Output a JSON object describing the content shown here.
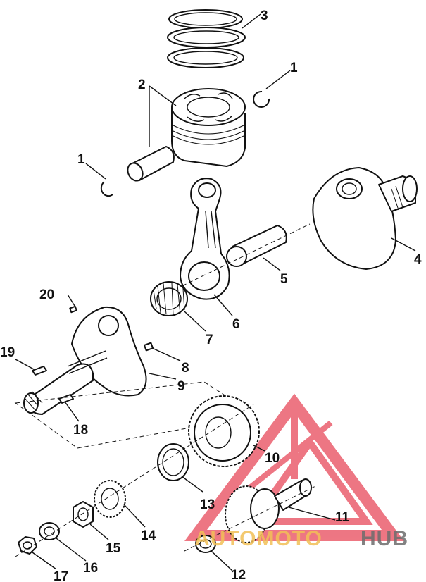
{
  "callouts": {
    "c1a": "1",
    "c1b": "1",
    "c2": "2",
    "c3": "3",
    "c4": "4",
    "c5": "5",
    "c6": "6",
    "c7": "7",
    "c8": "8",
    "c9": "9",
    "c10": "10",
    "c11": "11",
    "c12": "12",
    "c13": "13",
    "c14": "14",
    "c15": "15",
    "c16": "16",
    "c17": "17",
    "c18": "18",
    "c19": "19",
    "c20": "20"
  },
  "watermark": {
    "text_left": "AUTOMOTO",
    "text_right": "HUB",
    "colors": {
      "logo": "#e8495a",
      "auto": "#f2c057",
      "hub": "#6d6d6d"
    }
  },
  "colors": {
    "line": "#111111",
    "background": "#ffffff"
  }
}
